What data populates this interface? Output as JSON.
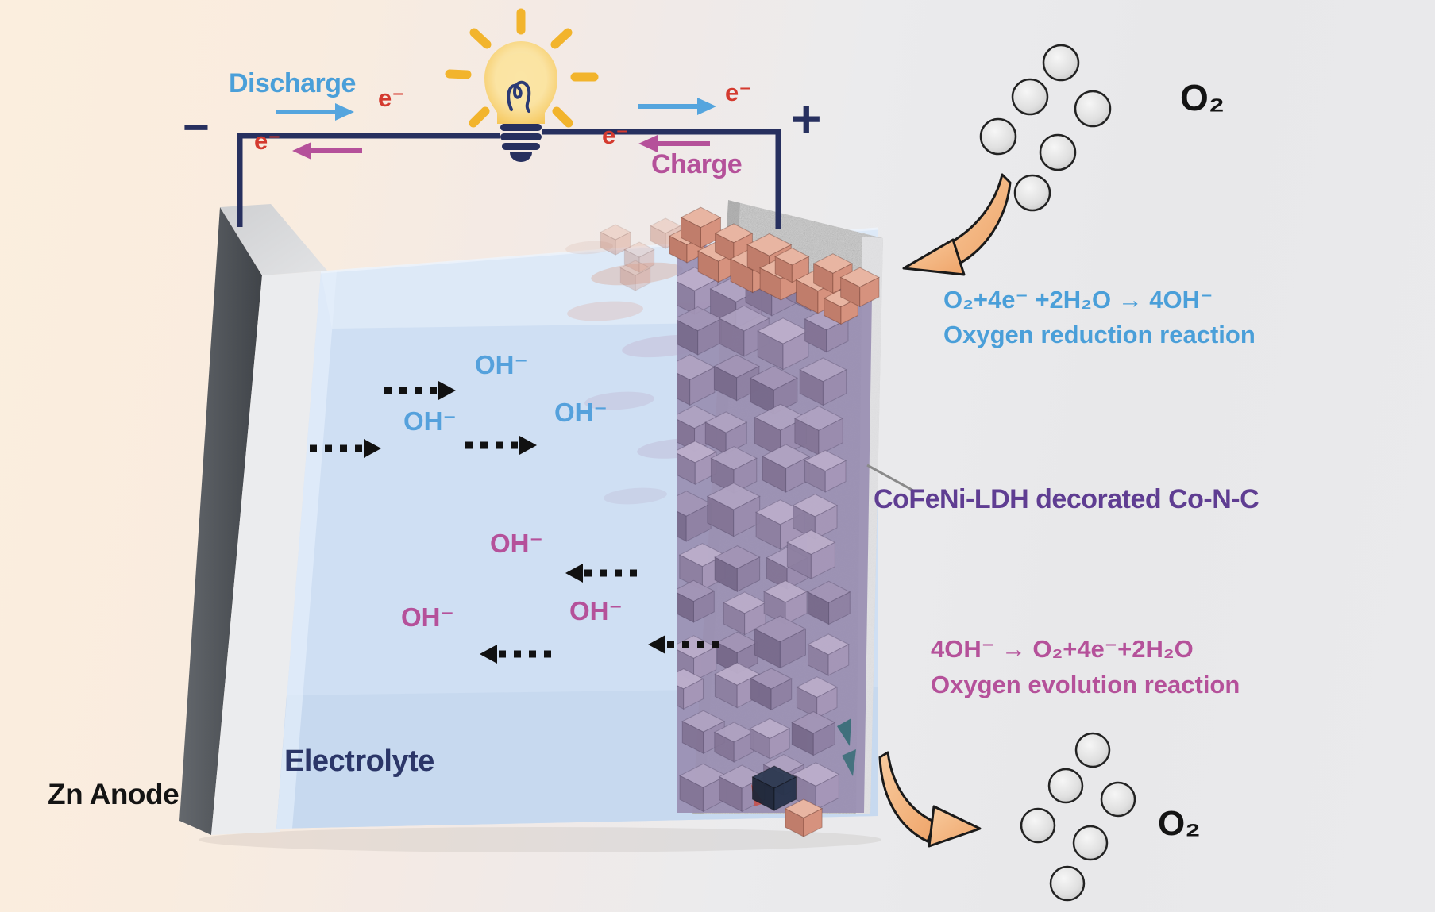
{
  "figure": {
    "circuit": {
      "discharge_label": "Discharge",
      "charge_label": "Charge",
      "electron_label": "e⁻",
      "minus_terminal": "−",
      "plus_terminal": "+"
    },
    "oxygen_label": "O₂",
    "reactions": {
      "orr_equation": "O₂+4e⁻ +2H₂O → 4OH⁻",
      "orr_name": "Oxygen reduction reaction",
      "oer_equation": "4OH⁻ → O₂+4e⁻+2H₂O",
      "oer_name": "Oxygen evolution reaction"
    },
    "cathode_label": "CoFeNi-LDH decorated Co-N-C",
    "anode_label": "Zn Anode",
    "electrolyte_label": "Electrolyte",
    "hydroxide_label": "OH⁻",
    "colors": {
      "discharge_blue": "#4a9fd9",
      "charge_magenta": "#b5519a",
      "electron_red": "#d43a2f",
      "wire_navy": "#27305f",
      "cathode_label_purple": "#5f3d92",
      "electrolyte_blue": "#cfdff3",
      "salmon_crystal": "#d6927e",
      "mauve_crystal": "#9a8cae",
      "bulb_gold": "#f2b42c"
    }
  }
}
